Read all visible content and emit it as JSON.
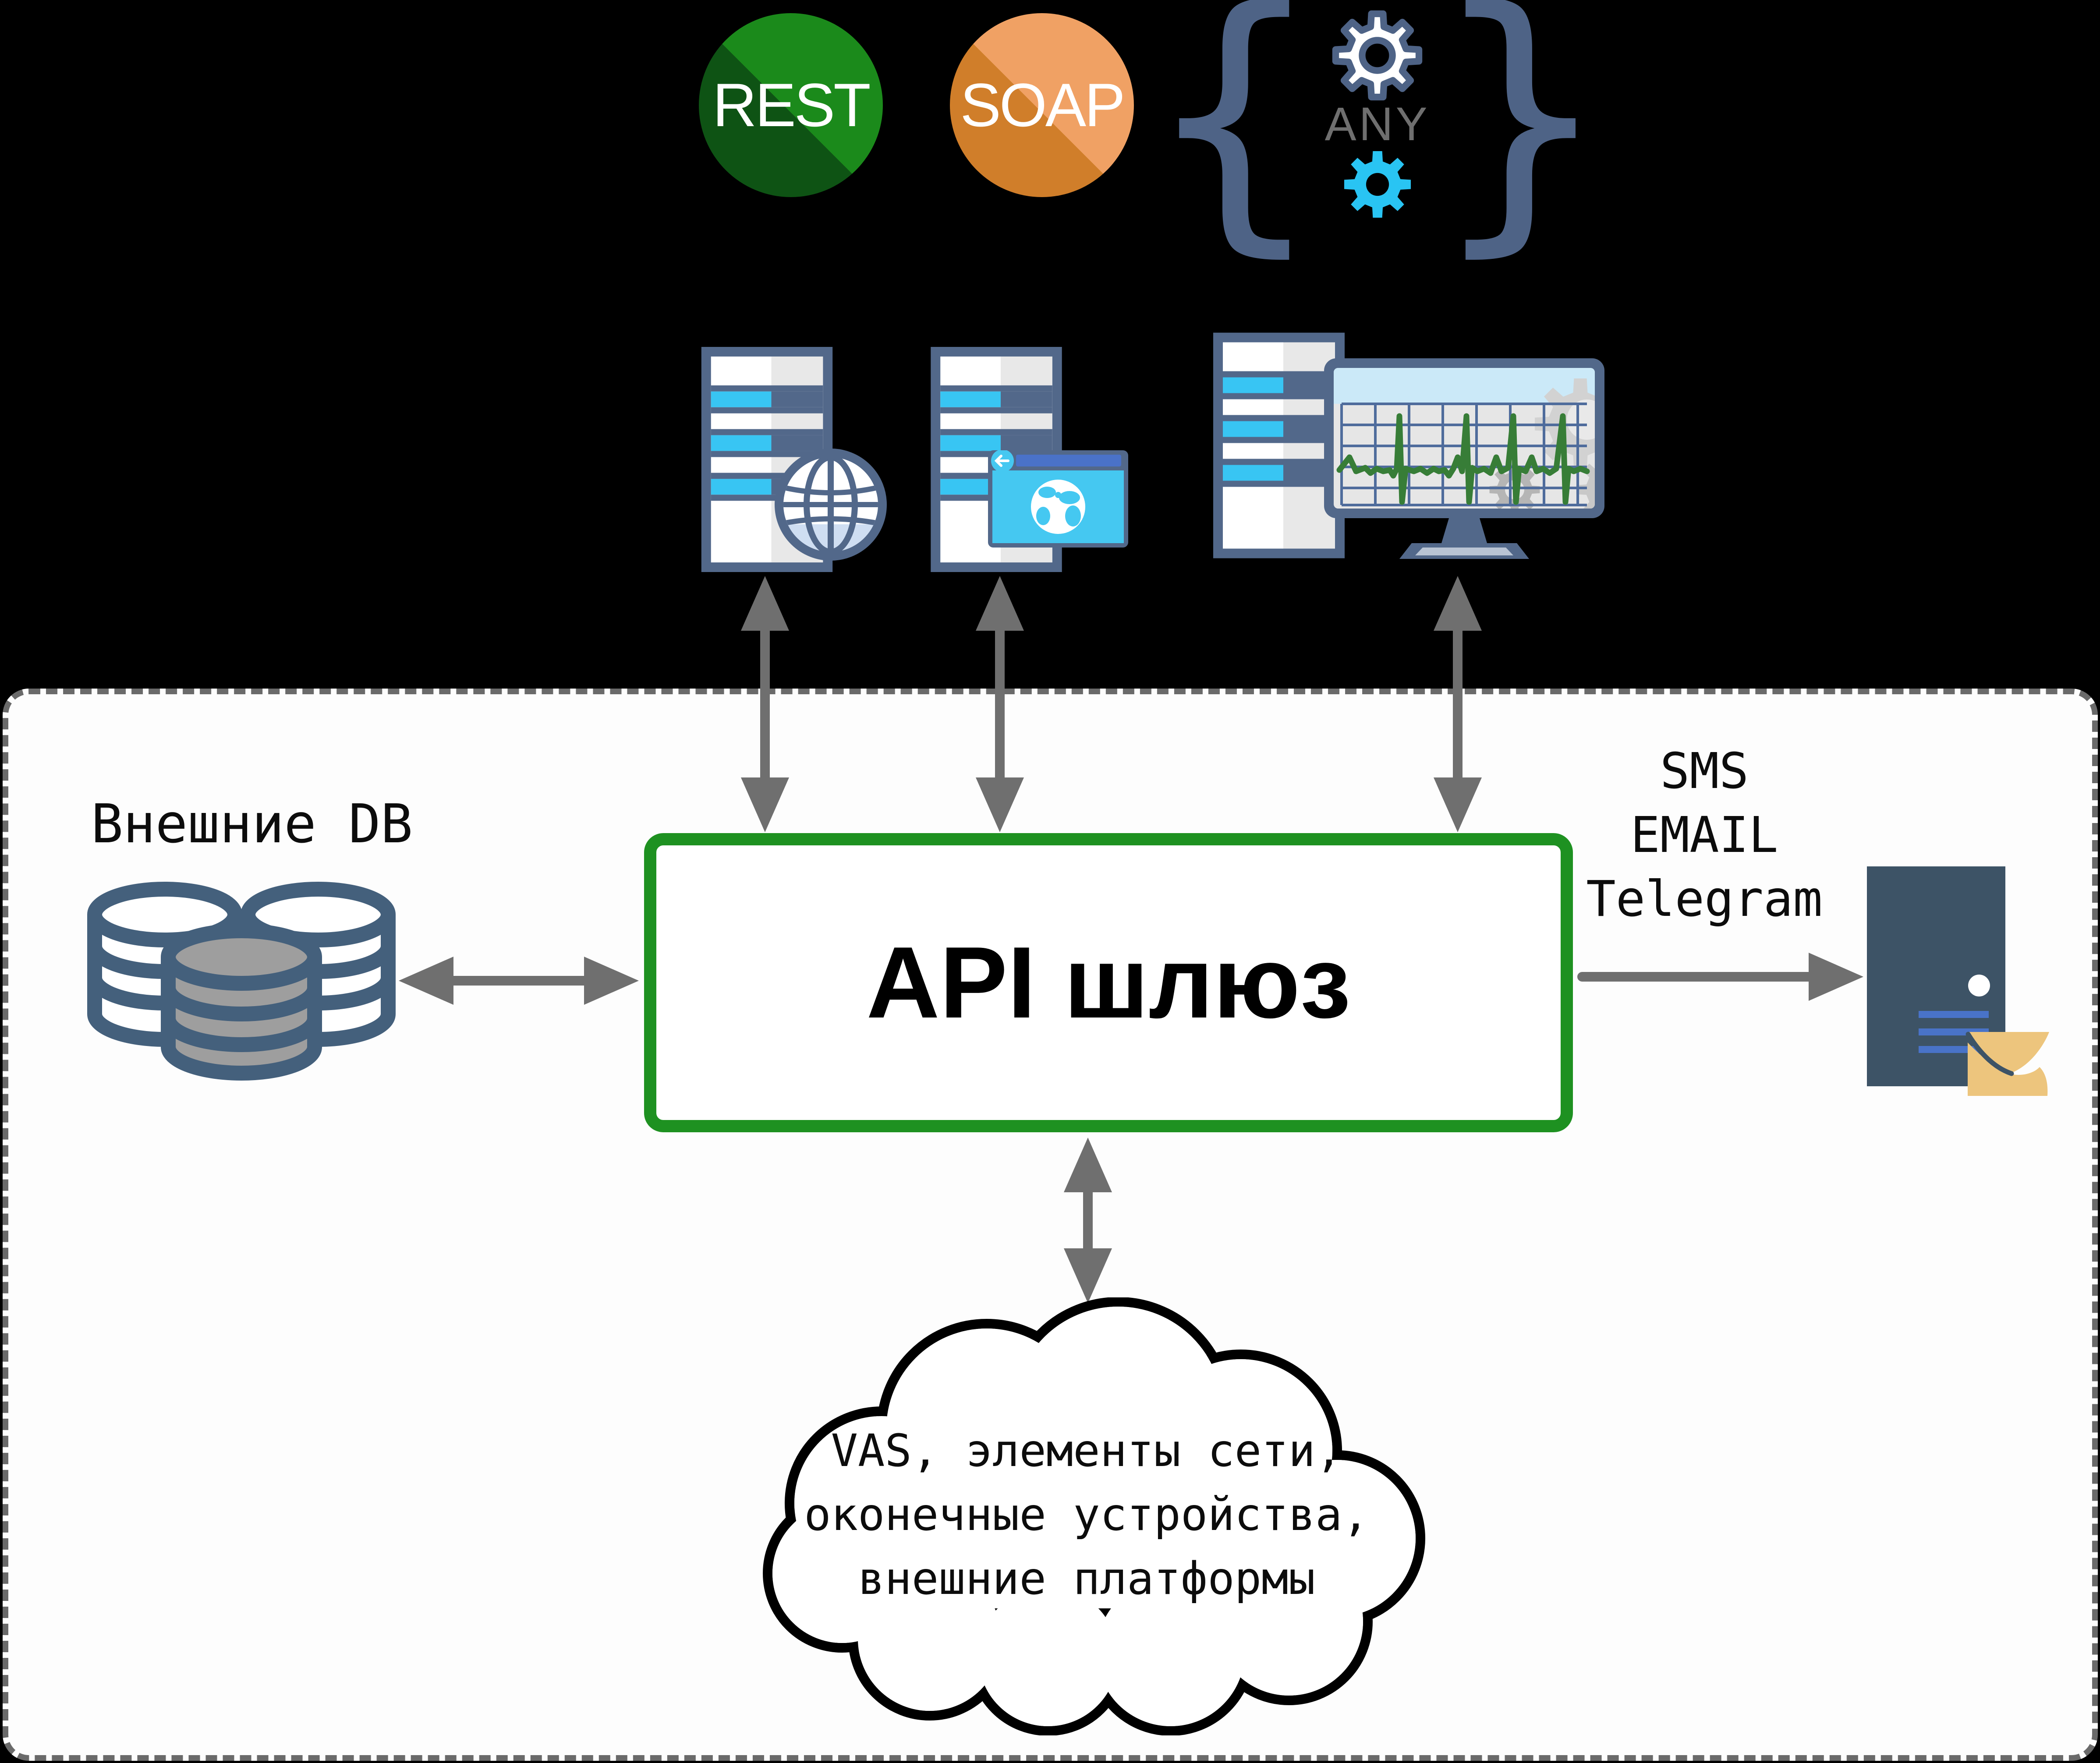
{
  "diagram": {
    "protocols": {
      "rest": "REST",
      "soap": "SOAP",
      "any": "ANY",
      "brace_left": "{",
      "brace_right": "}"
    },
    "gateway_label": "API шлюз",
    "external_db_label": "Внешние DB",
    "notification_lines": [
      "SMS",
      "EMAIL",
      "Telegram"
    ],
    "cloud_lines": [
      "VAS, элементы сети,",
      "оконечные устройства,",
      "внешние платформы"
    ]
  },
  "colors": {
    "background": "#000000",
    "panel_fill": "#fdfdfd",
    "panel_border_dashed": "#6a6a6a",
    "gateway_border_green": "#1e9121",
    "arrow_gray": "#6f6f6f",
    "server_slate": "#52688a",
    "stripe_cyan": "#38c5f3",
    "rest_green_light": "#1b8a1b",
    "rest_green_dark": "#0e5314",
    "soap_orange_light": "#f0a164",
    "soap_orange_dark": "#d07e2a",
    "db_outline": "#44607c",
    "db_front_fill": "#9e9e9e",
    "mail_server_fill": "#3d5366",
    "mail_bars_blue": "#4973c8",
    "envelope_fill": "#edc57d",
    "ecg_green": "#377d37",
    "browser_cyan": "#45c8f1",
    "browser_bar_blue": "#4a72c8"
  }
}
